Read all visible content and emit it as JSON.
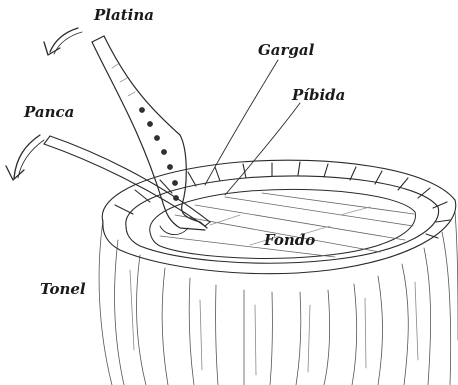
{
  "labels": {
    "platina": "Platina",
    "gargal": "Gargal",
    "pibida": "Píbida",
    "panca": "Panca",
    "fondo": "Fondo",
    "tonel": "Tonel"
  },
  "style": {
    "ink": "#2a2a2a",
    "text": "#1a1a1a",
    "background": "#ffffff"
  }
}
